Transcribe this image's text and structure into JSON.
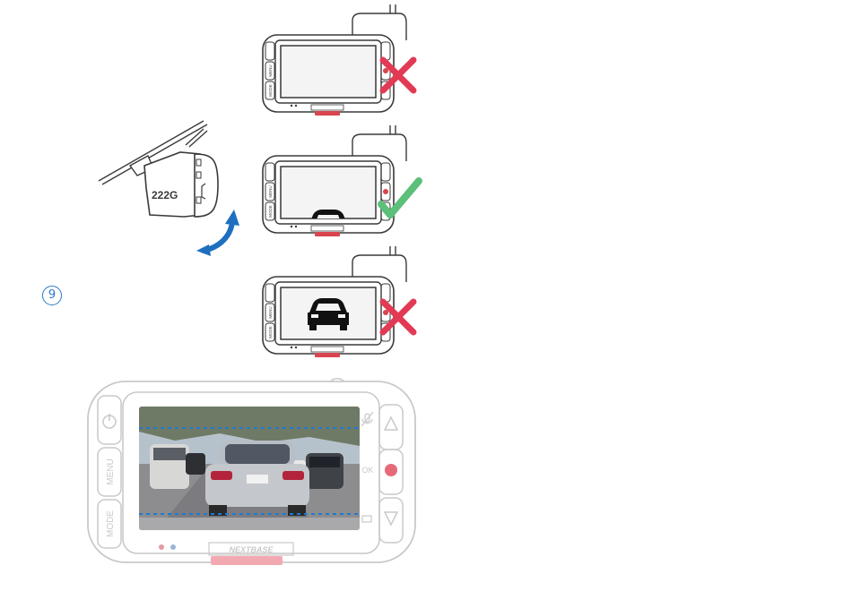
{
  "step": {
    "number": "9"
  },
  "side_camera": {
    "model_label": "222G"
  },
  "panels": [
    {
      "position": "too-low",
      "status": "incorrect",
      "mark_color": "#e23a55",
      "side_labels": [
        "MENU",
        "MODE"
      ]
    },
    {
      "position": "centered",
      "status": "correct",
      "mark_color": "#5cbf7a",
      "side_labels": [
        "MENU",
        "MODE"
      ]
    },
    {
      "position": "too-high",
      "status": "incorrect",
      "mark_color": "#e23a55",
      "side_labels": [
        "MENU",
        "MODE"
      ]
    }
  ],
  "large_camera": {
    "buttons": {
      "menu": "MENU",
      "mode": "MODE",
      "ok": "OK"
    },
    "brand": "NEXTBASE",
    "guide_line_color": "#1f7ad1"
  },
  "colors": {
    "rotate_arrow": "#1f6fc0",
    "outline": "#3a3a3a",
    "faded_outline": "#c9c9c9",
    "red_tab": "#d9444f"
  }
}
